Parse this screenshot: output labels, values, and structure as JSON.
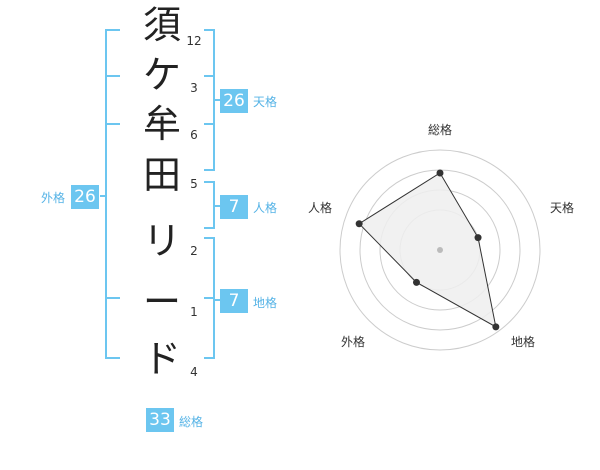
{
  "name_chars": [
    {
      "char": "須",
      "strokes": "12"
    },
    {
      "char": "ケ",
      "strokes": "3"
    },
    {
      "char": "牟",
      "strokes": "6"
    },
    {
      "char": "田",
      "strokes": "5"
    },
    {
      "char": "リ",
      "strokes": "2"
    },
    {
      "char": "ー",
      "strokes": "1"
    },
    {
      "char": "ド",
      "strokes": "4"
    }
  ],
  "kakusu": {
    "tenkaku": {
      "value": "26",
      "label": "天格"
    },
    "jinkaku": {
      "value": "7",
      "label": "人格"
    },
    "chikaku": {
      "value": "7",
      "label": "地格"
    },
    "gaikaku": {
      "value": "26",
      "label": "外格"
    },
    "soukaku": {
      "value": "33",
      "label": "総格"
    }
  },
  "radar": {
    "axes": [
      "総格",
      "天格",
      "地格",
      "外格",
      "人格"
    ],
    "scores": [
      0.77,
      0.4,
      0.95,
      0.4,
      0.85
    ],
    "colors": {
      "ring": "#cccccc",
      "fill": "#eeeeee",
      "line": "#333333",
      "center": "#bbbbbb",
      "bracket": "#6cc6f0"
    }
  }
}
